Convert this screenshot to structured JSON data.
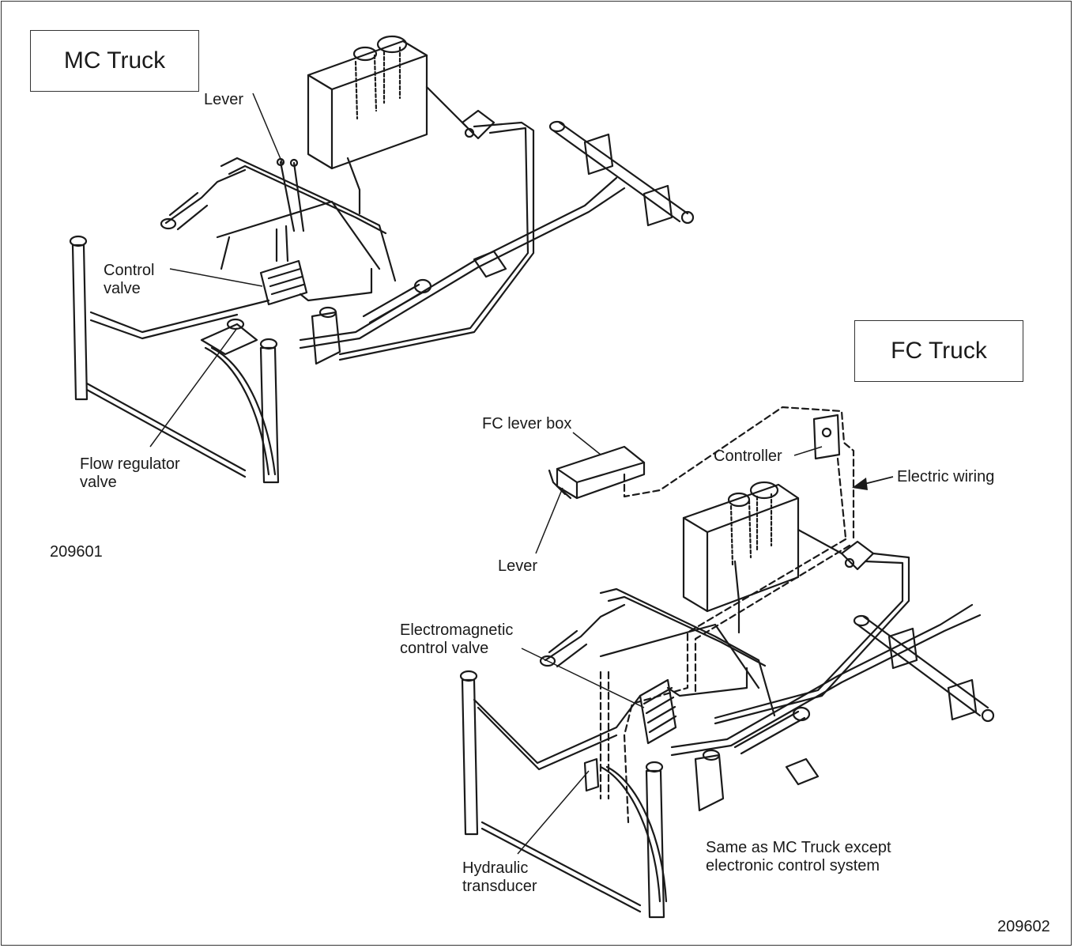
{
  "mc": {
    "title": "MC Truck",
    "labels": {
      "lever": "Lever",
      "control_valve_1": "Control",
      "control_valve_2": "valve",
      "flow_regulator_1": "Flow regulator",
      "flow_regulator_2": "valve"
    },
    "figure_number": "209601"
  },
  "fc": {
    "title": "FC Truck",
    "labels": {
      "fc_lever_box": "FC lever box",
      "controller": "Controller",
      "electric_wiring": "Electric wiring",
      "lever": "Lever",
      "em_valve_1": "Electromagnetic",
      "em_valve_2": "control valve",
      "transducer_1": "Hydraulic",
      "transducer_2": "transducer"
    },
    "note_1": "Same as MC Truck except",
    "note_2": "electronic control system",
    "figure_number": "209602"
  }
}
